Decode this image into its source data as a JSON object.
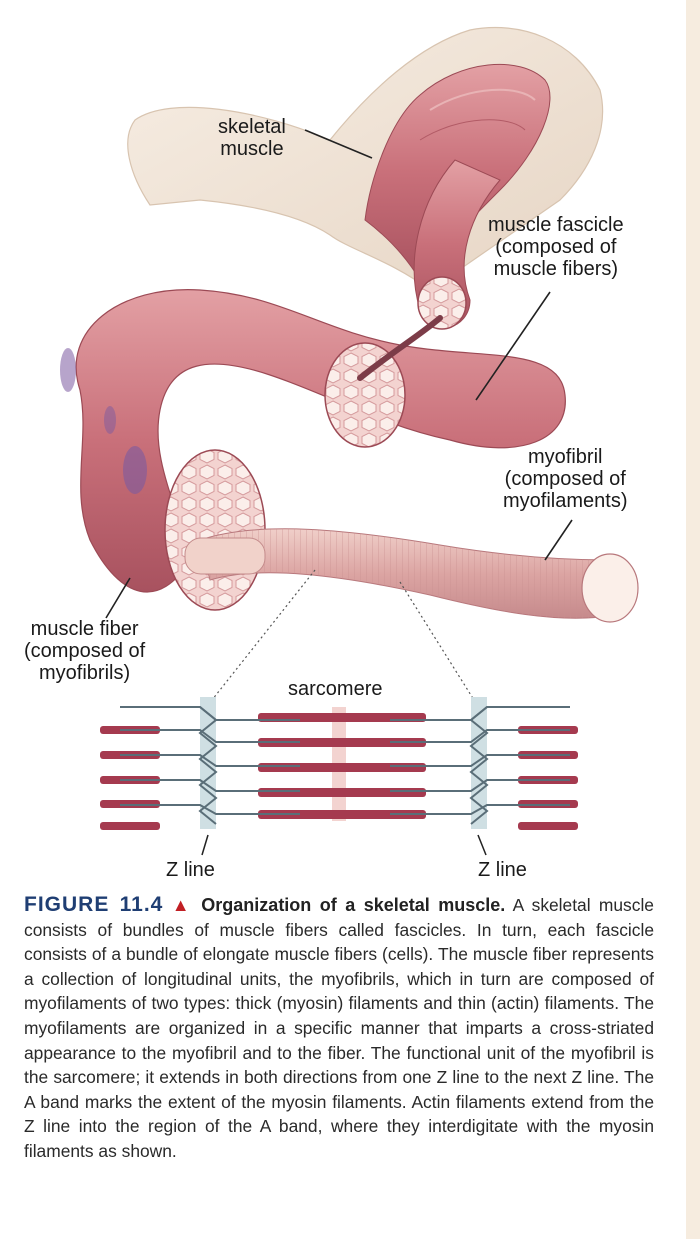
{
  "labels": {
    "skeletal_muscle": [
      "skeletal",
      "muscle"
    ],
    "muscle_fascicle": [
      "muscle fascicle",
      "(composed of",
      "muscle fibers)"
    ],
    "myofibril": [
      "myofibril",
      "(composed of",
      "myofilaments)"
    ],
    "muscle_fiber": [
      "muscle fiber",
      "(composed of",
      "myofibrils)"
    ],
    "sarcomere": "sarcomere",
    "z_line_left": "Z line",
    "z_line_right": "Z line"
  },
  "caption": {
    "figure_number": "FIGURE 11.4",
    "marker": "▲",
    "title": "Organization of a skeletal muscle.",
    "body": "A skeletal muscle consists of bundles of muscle fibers called fascicles. In turn, each fascicle consists of a bundle of elongate muscle fibers (cells). The muscle fiber represents a collection of longitudinal units, the myofibrils, which in turn are composed of myofilaments of two types: thick (myosin) filaments and thin (actin) filaments. The myofilaments are organized in a specific manner that imparts a cross-striated appearance to the myofibril and to the fiber. The functional unit of the myofibril is the sarcomere; it extends in both directions from one Z line to the next Z line. The A band marks the extent of the myosin filaments. Actin filaments extend from the Z line into the region of the A band, where they interdigitate with the myosin filaments as shown."
  },
  "colors": {
    "muscle": "#c9707a",
    "muscle_light": "#e0a3a4",
    "skin": "#f1e5d8",
    "myosin": "#a53a4f",
    "z_band": "#cfdfe3",
    "actin": "#5a6e78",
    "figure_blue": "#1f3e73",
    "triangle_red": "#c11f24"
  }
}
